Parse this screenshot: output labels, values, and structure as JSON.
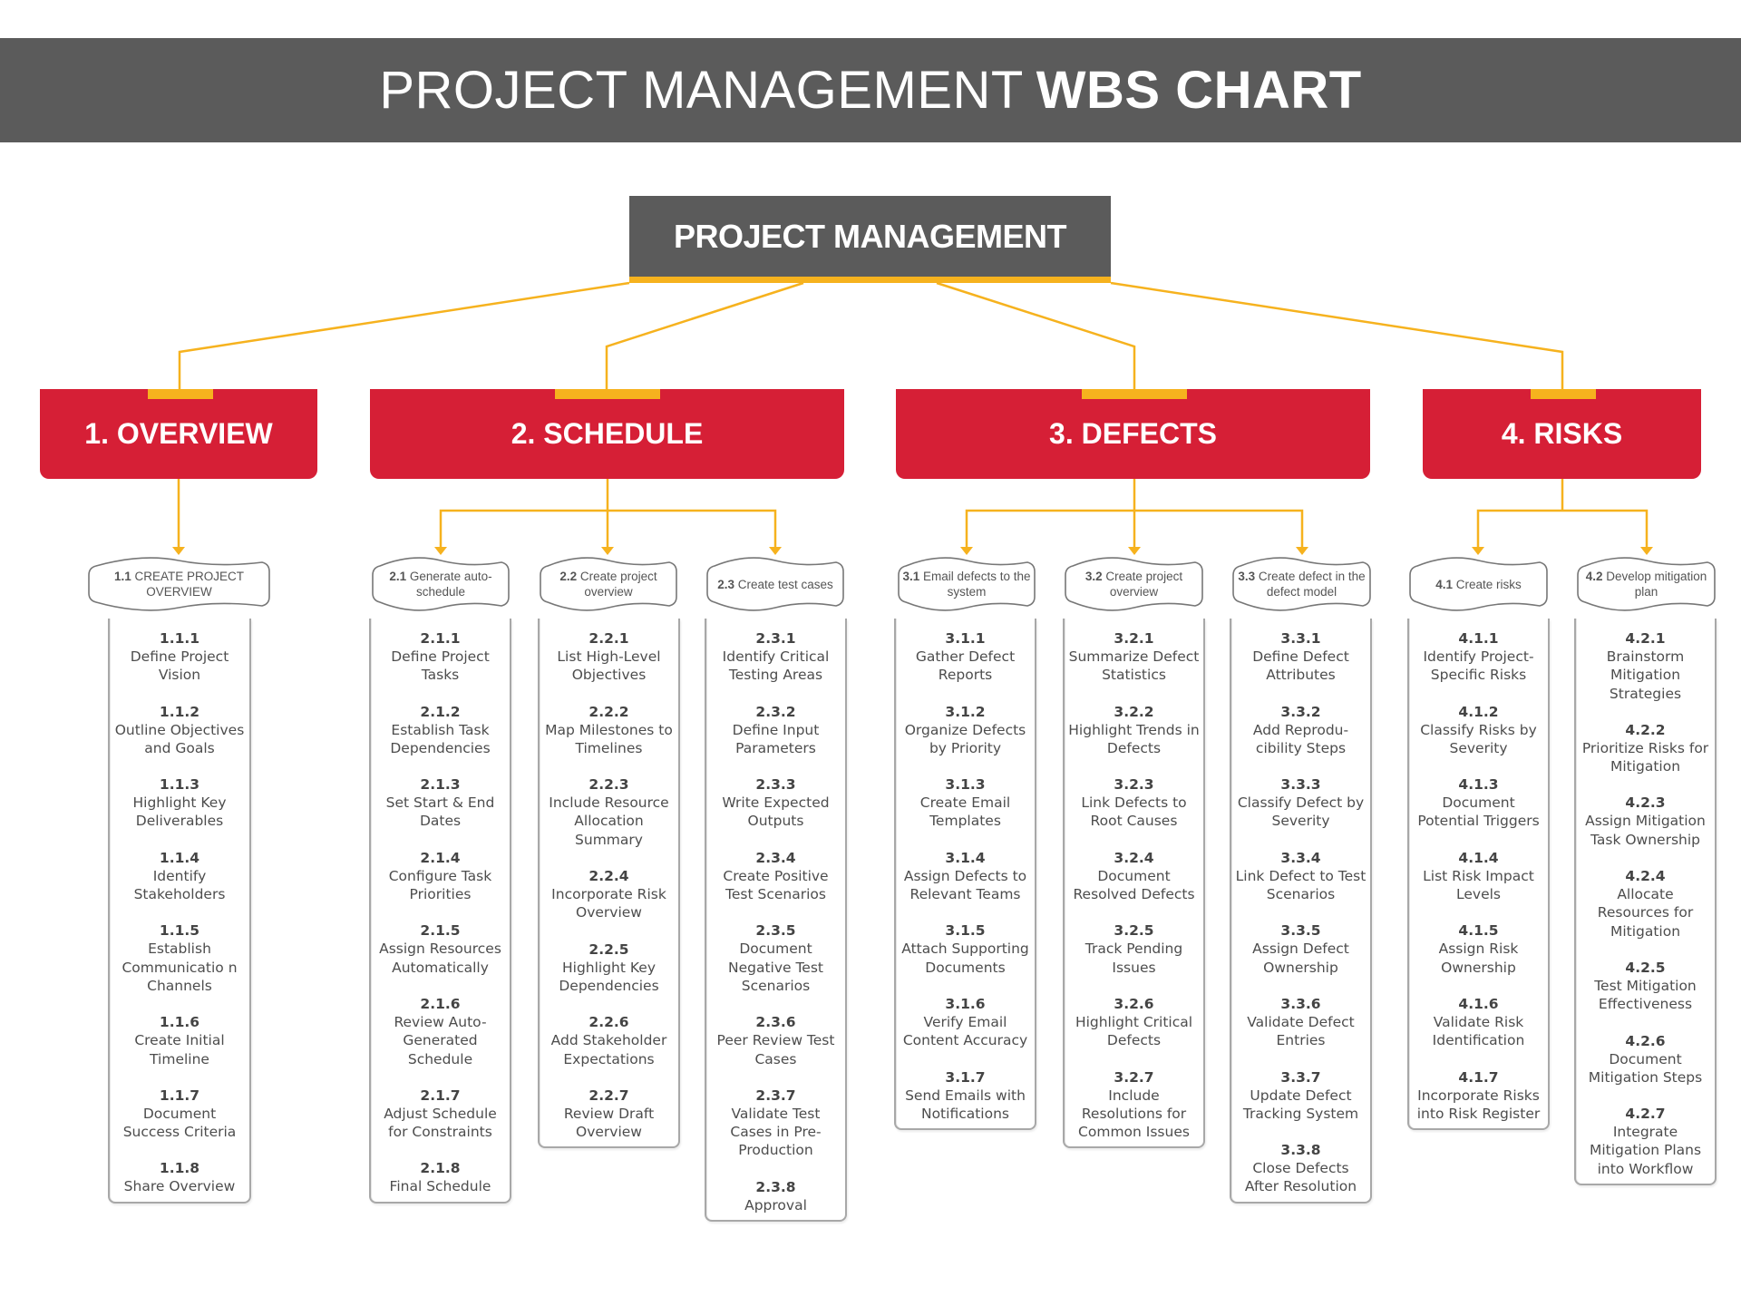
{
  "title": {
    "regular": "PROJECT MANAGEMENT",
    "bold": "WBS CHART"
  },
  "root": {
    "label": "PROJECT MANAGEMENT"
  },
  "colors": {
    "header_gray": "#5b5b5b",
    "accent_red": "#d61f36",
    "connector_yellow": "#f6b21e",
    "card_border": "#a8a8a8"
  },
  "phases": [
    {
      "label": "1. OVERVIEW",
      "packages": [
        {
          "code": "1.1",
          "name": "CREATE PROJECT OVERVIEW",
          "tasks": [
            {
              "code": "1.1.1",
              "label": "Define Project Vision"
            },
            {
              "code": "1.1.2",
              "label": "Outline Objectives and Goals"
            },
            {
              "code": "1.1.3",
              "label": "Highlight Key Deliverables"
            },
            {
              "code": "1.1.4",
              "label": "Identify Stakeholders"
            },
            {
              "code": "1.1.5",
              "label": "Establish Communicatio n Channels"
            },
            {
              "code": "1.1.6",
              "label": "Create Initial Timeline"
            },
            {
              "code": "1.1.7",
              "label": "Document Success Criteria"
            },
            {
              "code": "1.1.8",
              "label": "Share Overview"
            }
          ]
        }
      ]
    },
    {
      "label": "2. SCHEDULE",
      "packages": [
        {
          "code": "2.1",
          "name": "Generate auto-schedule",
          "tasks": [
            {
              "code": "2.1.1",
              "label": "Define Project Tasks"
            },
            {
              "code": "2.1.2",
              "label": "Establish Task Dependencies"
            },
            {
              "code": "2.1.3",
              "label": "Set Start & End Dates"
            },
            {
              "code": "2.1.4",
              "label": "Configure Task Priorities"
            },
            {
              "code": "2.1.5",
              "label": "Assign Resources Automatically"
            },
            {
              "code": "2.1.6",
              "label": "Review Auto-Generated Schedule"
            },
            {
              "code": "2.1.7",
              "label": "Adjust Schedule for Constraints"
            },
            {
              "code": "2.1.8",
              "label": "Final Schedule"
            }
          ]
        },
        {
          "code": "2.2",
          "name": "Create project overview",
          "tasks": [
            {
              "code": "2.2.1",
              "label": "List High-Level Objectives"
            },
            {
              "code": "2.2.2",
              "label": "Map Milestones to Timelines"
            },
            {
              "code": "2.2.3",
              "label": "Include Resource Allocation Summary"
            },
            {
              "code": "2.2.4",
              "label": "Incorporate Risk Overview"
            },
            {
              "code": "2.2.5",
              "label": "Highlight Key Dependencies"
            },
            {
              "code": "2.2.6",
              "label": "Add Stakeholder Expectations"
            },
            {
              "code": "2.2.7",
              "label": "Review Draft Overview"
            }
          ]
        },
        {
          "code": "2.3",
          "name": "Create test cases",
          "tasks": [
            {
              "code": "2.3.1",
              "label": "Identify Critical Testing Areas"
            },
            {
              "code": "2.3.2",
              "label": "Define Input Parameters"
            },
            {
              "code": "2.3.3",
              "label": "Write Expected Outputs"
            },
            {
              "code": "2.3.4",
              "label": "Create Positive Test Scenarios"
            },
            {
              "code": "2.3.5",
              "label": "Document Negative Test Scenarios"
            },
            {
              "code": "2.3.6",
              "label": "Peer Review Test Cases"
            },
            {
              "code": "2.3.7",
              "label": "Validate Test Cases in Pre-Production"
            },
            {
              "code": "2.3.8",
              "label": "Approval"
            }
          ]
        }
      ]
    },
    {
      "label": "3. DEFECTS",
      "packages": [
        {
          "code": "3.1",
          "name": "Email defects to the system",
          "tasks": [
            {
              "code": "3.1.1",
              "label": "Gather Defect Reports"
            },
            {
              "code": "3.1.2",
              "label": "Organize Defects by Priority"
            },
            {
              "code": "3.1.3",
              "label": "Create Email Templates"
            },
            {
              "code": "3.1.4",
              "label": "Assign Defects to Relevant Teams"
            },
            {
              "code": "3.1.5",
              "label": "Attach Supporting Documents"
            },
            {
              "code": "3.1.6",
              "label": "Verify Email Content Accuracy"
            },
            {
              "code": "3.1.7",
              "label": "Send Emails with Notifications"
            }
          ]
        },
        {
          "code": "3.2",
          "name": "Create project overview",
          "tasks": [
            {
              "code": "3.2.1",
              "label": "Summarize Defect Statistics"
            },
            {
              "code": "3.2.2",
              "label": "Highlight Trends in Defects"
            },
            {
              "code": "3.2.3",
              "label": "Link Defects to Root Causes"
            },
            {
              "code": "3.2.4",
              "label": "Document Resolved Defects"
            },
            {
              "code": "3.2.5",
              "label": "Track Pending Issues"
            },
            {
              "code": "3.2.6",
              "label": "Highlight Critical Defects"
            },
            {
              "code": "3.2.7",
              "label": "Include Resolutions for Common Issues"
            }
          ]
        },
        {
          "code": "3.3",
          "name": "Create defect in the defect model",
          "tasks": [
            {
              "code": "3.3.1",
              "label": "Define Defect Attributes"
            },
            {
              "code": "3.3.2",
              "label": "Add Reprodu-cibility Steps"
            },
            {
              "code": "3.3.3",
              "label": "Classify Defect by Severity"
            },
            {
              "code": "3.3.4",
              "label": "Link Defect to Test Scenarios"
            },
            {
              "code": "3.3.5",
              "label": "Assign Defect Ownership"
            },
            {
              "code": "3.3.6",
              "label": "Validate Defect Entries"
            },
            {
              "code": "3.3.7",
              "label": "Update Defect Tracking System"
            },
            {
              "code": "3.3.8",
              "label": "Close Defects After Resolution"
            }
          ]
        }
      ]
    },
    {
      "label": "4. RISKS",
      "packages": [
        {
          "code": "4.1",
          "name": "Create risks",
          "tasks": [
            {
              "code": "4.1.1",
              "label": "Identify Project-Specific Risks"
            },
            {
              "code": "4.1.2",
              "label": "Classify Risks by Severity"
            },
            {
              "code": "4.1.3",
              "label": "Document Potential Triggers"
            },
            {
              "code": "4.1.4",
              "label": "List Risk Impact Levels"
            },
            {
              "code": "4.1.5",
              "label": "Assign Risk Ownership"
            },
            {
              "code": "4.1.6",
              "label": "Validate Risk Identification"
            },
            {
              "code": "4.1.7",
              "label": "Incorporate Risks into Risk Register"
            }
          ]
        },
        {
          "code": "4.2",
          "name": "Develop mitigation plan",
          "tasks": [
            {
              "code": "4.2.1",
              "label": "Brainstorm Mitigation Strategies"
            },
            {
              "code": "4.2.2",
              "label": "Prioritize Risks for Mitigation"
            },
            {
              "code": "4.2.3",
              "label": "Assign Mitigation Task Ownership"
            },
            {
              "code": "4.2.4",
              "label": "Allocate Resources for Mitigation"
            },
            {
              "code": "4.2.5",
              "label": "Test Mitigation Effectiveness"
            },
            {
              "code": "4.2.6",
              "label": "Document Mitigation Steps"
            },
            {
              "code": "4.2.7",
              "label": "Integrate Mitigation Plans into Workflow"
            }
          ]
        }
      ]
    }
  ]
}
